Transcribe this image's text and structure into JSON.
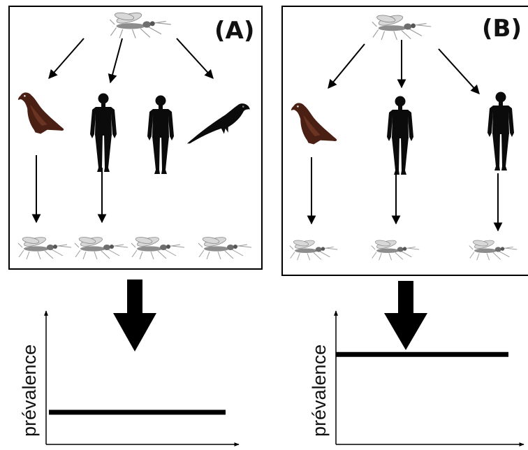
{
  "panel_a": {
    "label": "(A)",
    "ylabel": "prévalence",
    "prevalence_level": 0.25
  },
  "panel_b": {
    "label": "(B)",
    "ylabel": "prévalence",
    "prevalence_level": 0.7
  },
  "colors": {
    "bird": "#4a1f14",
    "silhouette": "#0b0b0b",
    "mosquito": "#9a9a9a",
    "line": "#000000"
  },
  "icons": [
    "mosquito-icon",
    "bird-of-prey-icon",
    "human-icon",
    "magpie-icon",
    "arrow-icon"
  ]
}
